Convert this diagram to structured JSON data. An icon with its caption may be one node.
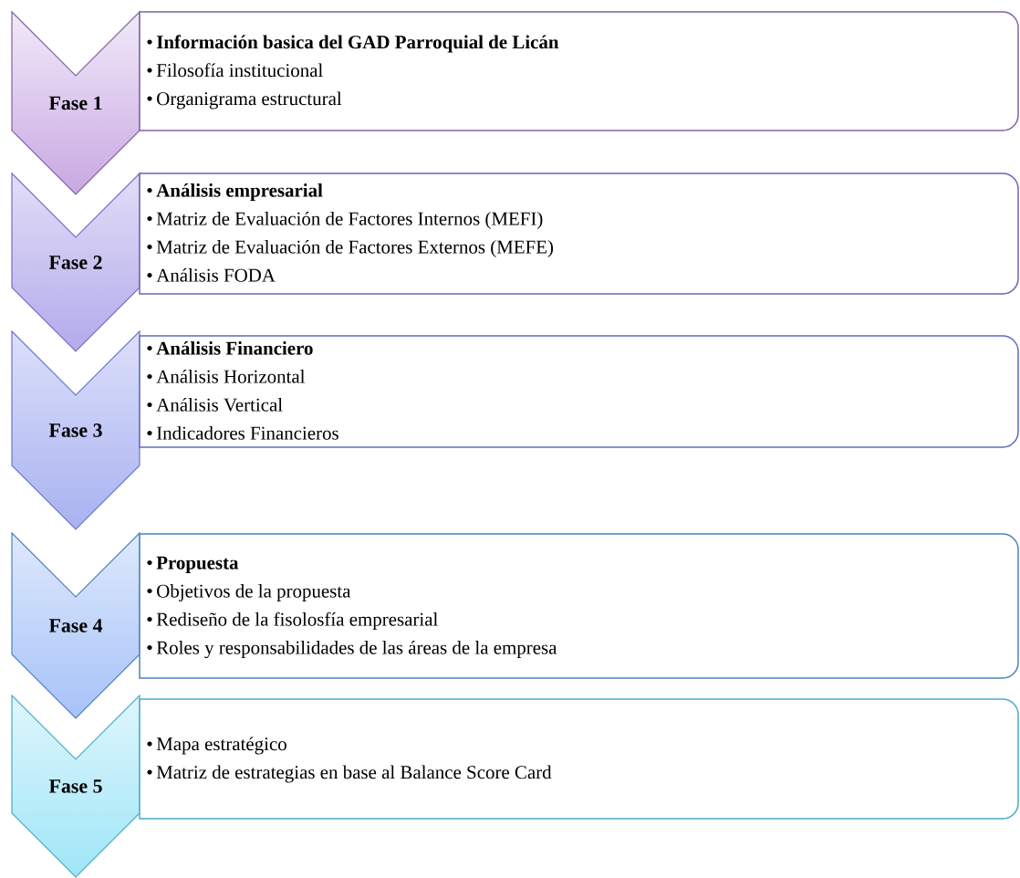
{
  "diagram": {
    "nodes": [
      {
        "text": [
          "Fase 1"
        ]
      },
      {
        "text": [
          "**Información basica del GAD Parroquial de Licán**",
          "Filosofía institucional",
          "Organigrama estructural"
        ]
      },
      {
        "text": [
          "Fase 2"
        ]
      },
      {
        "text": [
          "**Análisis empresarial**",
          "Matriz de Evaluación de Factores Internos (MEFI)",
          "Matriz de Evaluación de Factores Externos (MEFE)",
          "Análisis FODA"
        ]
      },
      {
        "text": [
          "Fase 3"
        ]
      },
      {
        "text": [
          "**Análisis Financiero**",
          "Análisis Horizontal",
          "Análisis Vertical",
          "Indicadores Financieros"
        ]
      },
      {
        "text": [
          "Fase 4"
        ]
      },
      {
        "text": [
          "**Propuesta**",
          "Objetivos de la propuesta",
          "Rediseño de la fisolosfía empresarial",
          "Roles y responsabilidades de las áreas de la empresa"
        ]
      },
      {
        "text": [
          "Fase 5"
        ]
      },
      {
        "text": [
          "Mapa estratégico",
          "Matriz de estrategias en base al Balance Score Card"
        ]
      }
    ]
  }
}
